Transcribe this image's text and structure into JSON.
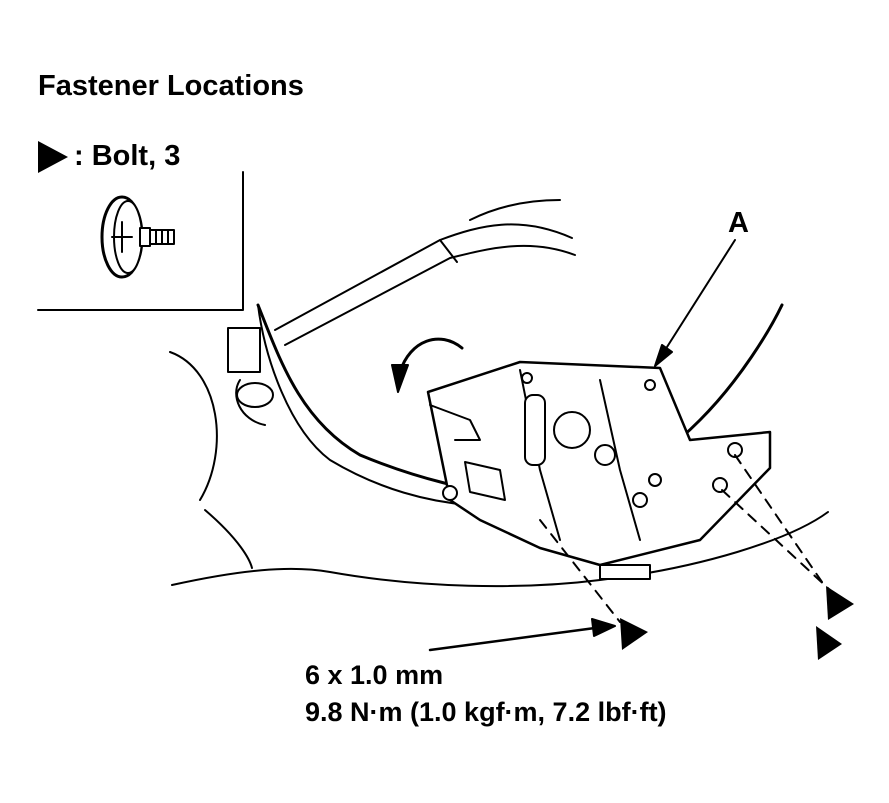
{
  "title": "Fastener Locations",
  "legend": {
    "symbol": "filled-triangle-icon",
    "label": ": Bolt, 3"
  },
  "callout": "A",
  "spec": {
    "size": "6 x 1.0 mm",
    "torque": "9.8 N·m (1.0 kgf·m, 7.2 lbf·ft)"
  }
}
